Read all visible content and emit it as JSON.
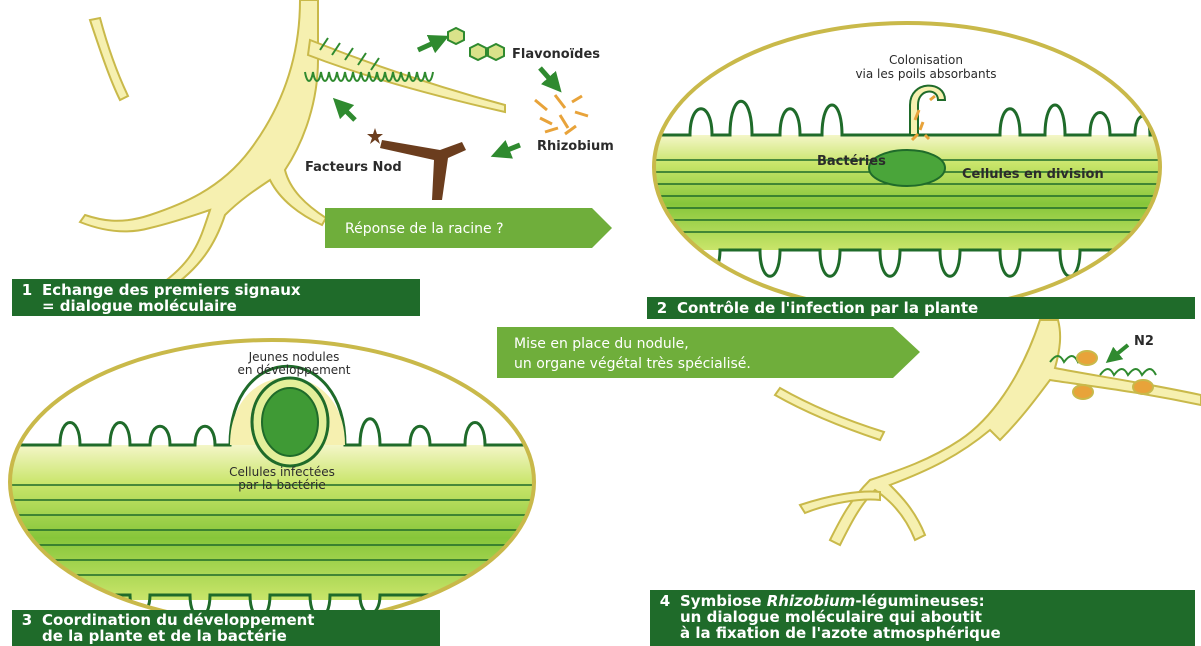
{
  "panel1": {
    "num": "1",
    "caption_line1": "Echange des premiers signaux",
    "caption_line2": "= dialogue moléculaire",
    "label_flavonoides": "Flavonoïdes",
    "label_rhizobium": "Rhizobium",
    "label_facteurs_nod": "Facteurs Nod"
  },
  "arrow1": {
    "text": "Réponse de la racine ?"
  },
  "panel2": {
    "num": "2",
    "caption": "Contrôle de l'infection par la plante",
    "label_colonisation_1": "Colonisation",
    "label_colonisation_2": "via les poils absorbants",
    "label_bacteries": "Bactéries",
    "label_cellules_division": "Cellules en division"
  },
  "arrow2": {
    "line1": "Mise en place du nodule,",
    "line2": "un organe végétal très spécialisé."
  },
  "panel3": {
    "num": "3",
    "caption_line1": "Coordination du développement",
    "caption_line2": "de la plante et de la bactérie",
    "label_jeunes_1": "Jeunes nodules",
    "label_jeunes_2": "en développement",
    "label_infectees_1": "Cellules infectées",
    "label_infectees_2": "par la bactérie"
  },
  "panel4": {
    "num": "4",
    "caption_line1_a": "Symbiose ",
    "caption_line1_b": "Rhizobium",
    "caption_line1_c": "-légumineuses:",
    "caption_line2": "un dialogue moléculaire qui aboutit",
    "caption_line3": "à la fixation de l'azote atmosphérique",
    "label_n2": "N2"
  },
  "colors": {
    "root_fill": "#f6f0b0",
    "root_stroke": "#c9b94a",
    "dark_green": "#1f6b2a",
    "arrow_green": "#6fae3b",
    "tissue_green": "#a7d64a",
    "nodule_orange": "#e8a33a",
    "nod_brown": "#6b3d1e"
  }
}
